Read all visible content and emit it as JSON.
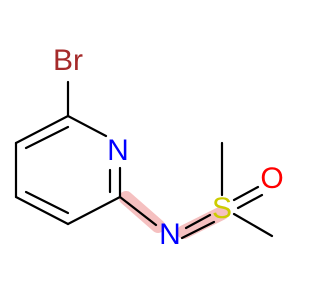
{
  "atoms": {
    "br": {
      "label": "Br",
      "color": "#a52a2a"
    },
    "n_ring": {
      "label": "N",
      "color": "#0000ff"
    },
    "n_imino": {
      "label": "N",
      "color": "#0000ff"
    },
    "s": {
      "label": "S",
      "color": "#cccc00"
    },
    "o": {
      "label": "O",
      "color": "#ff0000"
    }
  },
  "colors": {
    "bond": "#000000",
    "nitrogen": "#0000ff",
    "sulfur": "#cccc00",
    "bromine": "#a52a2a",
    "oxygen": "#ff0000",
    "highlight": "#f4b6b6"
  }
}
